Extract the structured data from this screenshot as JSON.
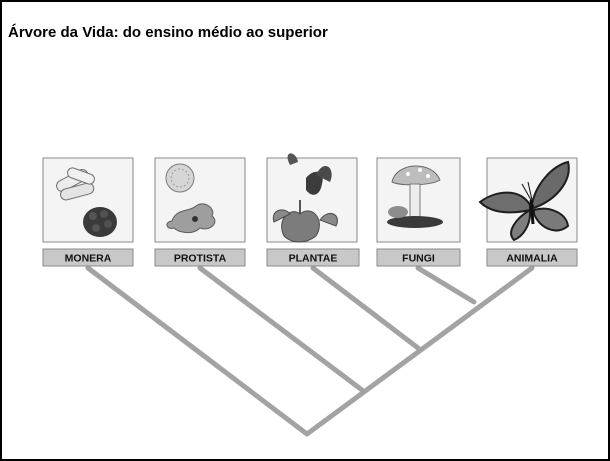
{
  "slide": {
    "title": "Árvore da Vida: do ensino médio ao superior"
  },
  "diagram": {
    "kingdoms": [
      {
        "label": "MONERA",
        "icon": "bacteria-icon"
      },
      {
        "label": "PROTISTA",
        "icon": "protist-icon"
      },
      {
        "label": "PLANTAE",
        "icon": "flower-plant-icon"
      },
      {
        "label": "FUNGI",
        "icon": "mushroom-icon"
      },
      {
        "label": "ANIMALIA",
        "icon": "butterfly-icon"
      }
    ],
    "colors": {
      "branch": "#a3a3a3",
      "label_box": "#c8c8c8",
      "image_frame": "#8a8a8a"
    }
  }
}
